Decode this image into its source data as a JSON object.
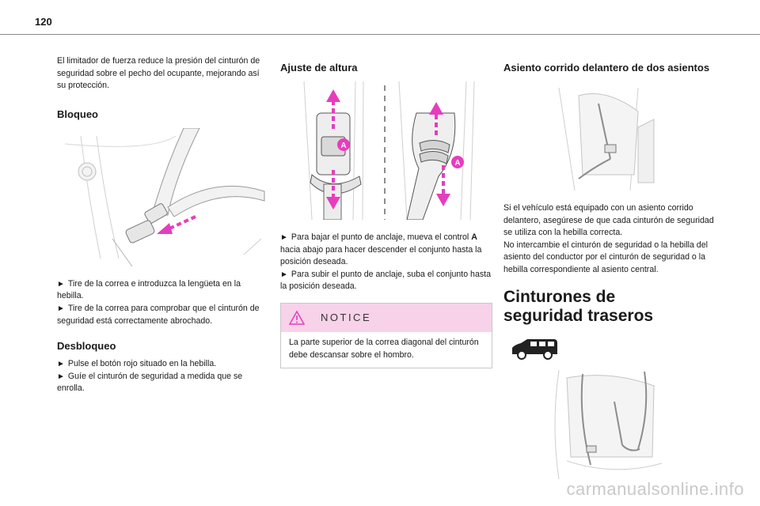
{
  "page_number": "120",
  "col1": {
    "intro": "El limitador de fuerza reduce la presión del cinturón de seguridad sobre el pecho del ocupante, mejorando así su protección.",
    "bloqueo_heading": "Bloqueo",
    "bloqueo_steps": [
      "Tire de la correa e introduzca la lengüeta en la hebilla.",
      "Tire de la correa para comprobar que el cinturón de seguridad está correctamente abrochado."
    ],
    "desbloqueo_heading": "Desbloqueo",
    "desbloqueo_steps": [
      "Pulse el botón rojo situado en la hebilla.",
      "Guíe el cinturón de seguridad a medida que se enrolla."
    ]
  },
  "col2": {
    "heading": "Ajuste de altura",
    "marker_label": "A",
    "steps": [
      {
        "pre": "Para bajar el punto de anclaje, mueva el control ",
        "bold": "A",
        "post": " hacia abajo para hacer descender el conjunto hasta la posición deseada."
      },
      {
        "pre": "Para subir el punto de anclaje, suba el conjunto hasta la posición deseada.",
        "bold": "",
        "post": ""
      }
    ],
    "notice_title": "NOTICE",
    "notice_text": "La parte superior de la correa diagonal del cinturón debe descansar sobre el hombro."
  },
  "col3": {
    "heading": "Asiento corrido delantero de dos asientos",
    "para1": "Si el vehículo está equipado con un asiento corrido delantero, asegúrese de que cada cinturón de seguridad se utiliza con la hebilla correcta.",
    "para2": "No intercambie el cinturón de seguridad o la hebilla del asiento del conductor por el cinturón de seguridad o la hebilla correspondiente al asiento central.",
    "section_heading": "Cinturones de seguridad traseros"
  },
  "watermark": "carmanualsonline.info",
  "colors": {
    "accent_magenta": "#e63dbd",
    "notice_bg": "#f7d2e9"
  },
  "icons": [
    "warning-triangle-icon",
    "van-icon",
    "bullet-arrow-icon"
  ]
}
